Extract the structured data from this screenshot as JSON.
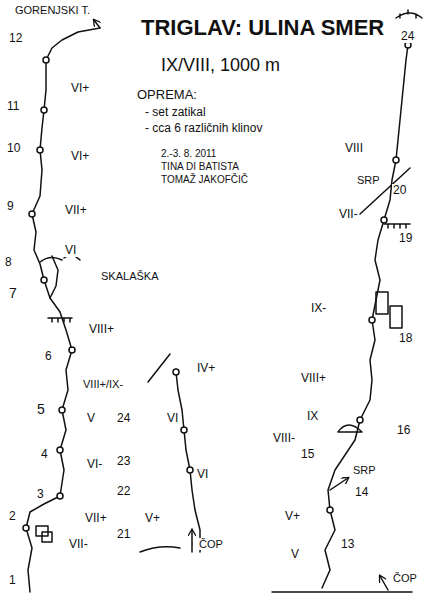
{
  "diagram": {
    "title": "TRIGLAV: ULINA SMER",
    "labels": [
      "IX/VIII, 1000 m",
      "OPREMA:",
      "- set zatikal",
      "- cca 6 različnih klinov",
      "2.-3. 8. 2011",
      "TINA DI BATISTA",
      "TOMAŽ JAKOFČIČ",
      "GORENJSKI T.",
      "12",
      "VI+",
      "11",
      "10",
      "VI+",
      "9",
      "VII+",
      "VI",
      "8",
      "SKALAŠKA",
      "7",
      "VIII+",
      "6",
      "VIII+/IX-",
      "5",
      "V",
      "4",
      "VI-",
      "3",
      "VII+",
      "2",
      "VII-",
      "1",
      "24",
      "23",
      "22",
      "21",
      "IV+",
      "VI",
      "VI",
      "V+",
      "ČOP",
      "24",
      "VIII",
      "SRP",
      "20",
      "VII-",
      "19",
      "IX-",
      "18",
      "VIII+",
      "IX",
      "16",
      "VIII-",
      "15",
      "SRP",
      "14",
      "V+",
      "13",
      "V",
      "ČOP"
    ]
  }
}
